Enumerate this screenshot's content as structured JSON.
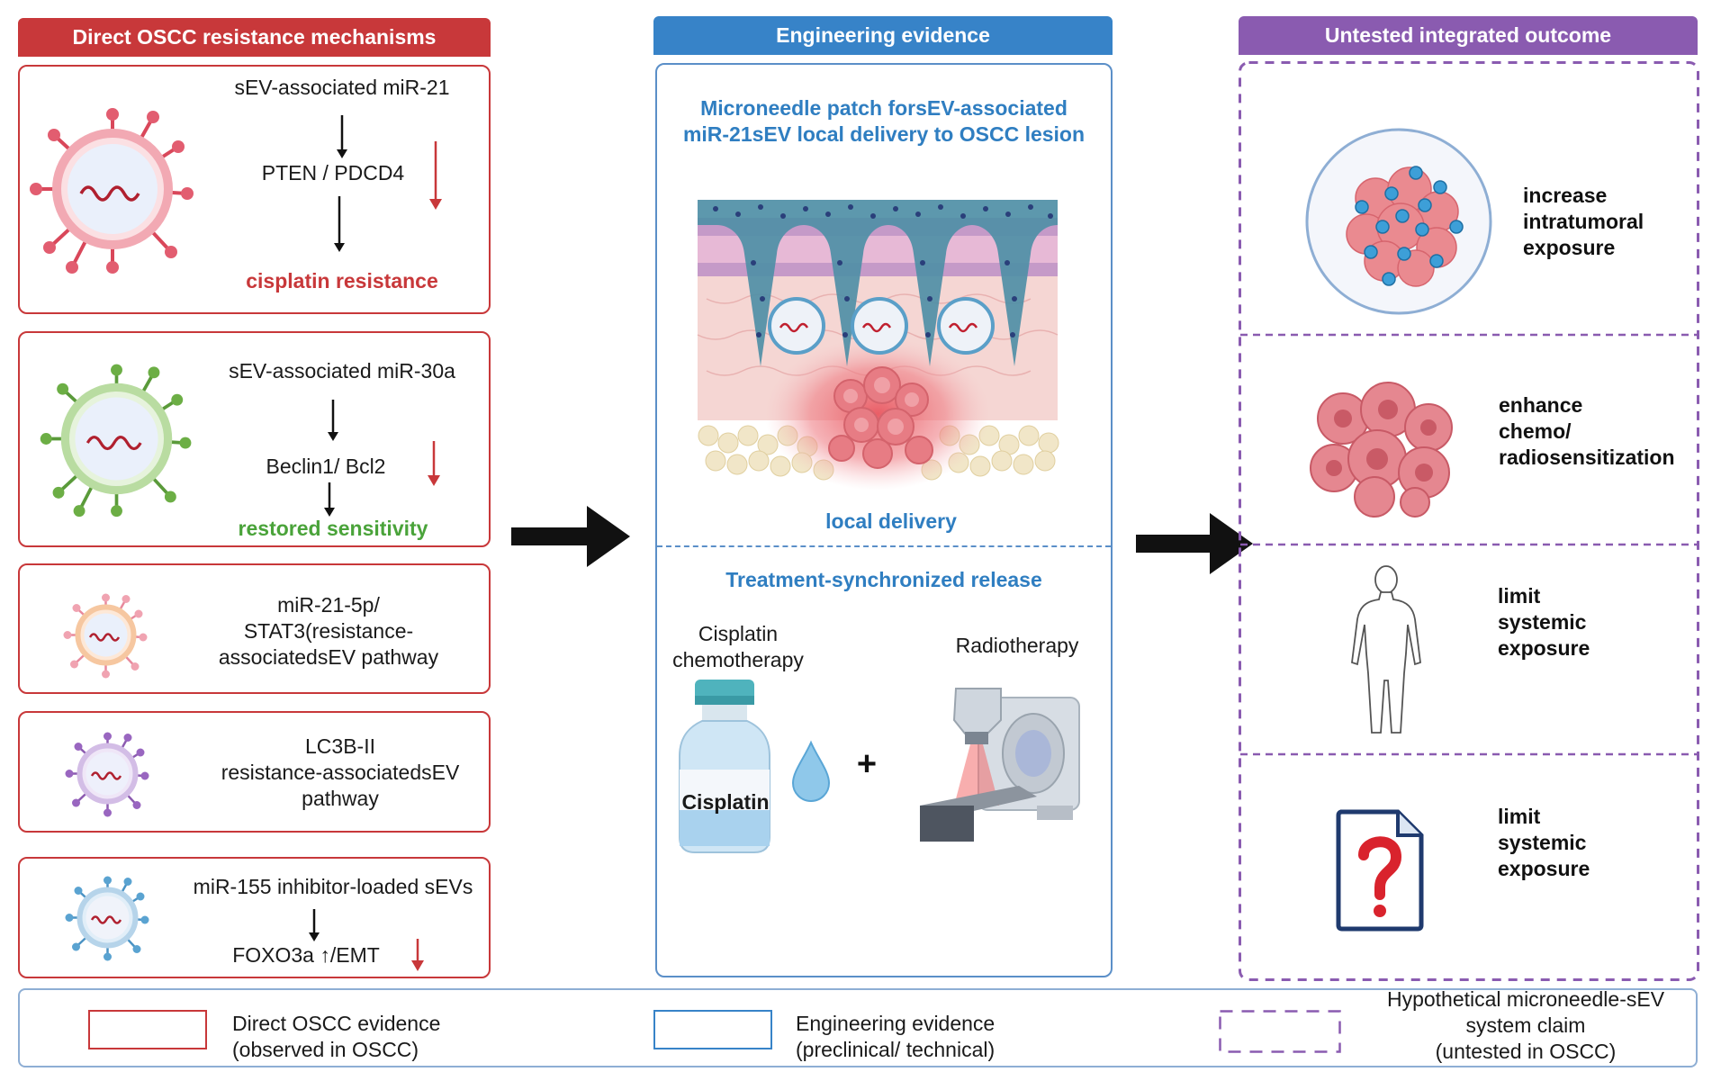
{
  "left_panel": {
    "header": "Direct OSCC resistance mechanisms",
    "box1": {
      "line1": "sEV-associated miR-21",
      "line2": "PTEN / PDCD4",
      "outcome": "cisplatin resistance"
    },
    "box2": {
      "line1": "sEV-associated miR-30a",
      "line2": "Beclin1/ Bcl2",
      "outcome": "restored sensitivity"
    },
    "box3": {
      "line1": "miR-21-5p/",
      "line2": "STAT3(resistance-",
      "line3": "associatedsEV pathway"
    },
    "box4": {
      "line1": "LC3B-II",
      "line2": "resistance-associatedsEV",
      "line3": "pathway"
    },
    "box5": {
      "line1": "miR-155 inhibitor-loaded sEVs",
      "line2": "FOXO3a ↑/EMT"
    }
  },
  "middle_panel": {
    "header": "Engineering evidence",
    "title_line1": "Microneedle patch forsEV-associated",
    "title_line2": "miR-21sEV local delivery to OSCC lesion",
    "delivery_label": "local delivery",
    "release_title": "Treatment-synchronized release",
    "chemo_line1": "Cisplatin",
    "chemo_line2": "chemotherapy",
    "radio_label": "Radiotherapy",
    "bottle_label": "Cisplatin",
    "plus": "+"
  },
  "right_panel": {
    "header": "Untested integrated outcome",
    "outcome1": [
      "increase",
      "intratumoral",
      "exposure"
    ],
    "outcome2": [
      "enhance",
      "chemo/",
      "radiosensitization"
    ],
    "outcome3": [
      "limit",
      "systemic",
      "exposure"
    ],
    "outcome4": [
      "limit",
      "systemic",
      "exposure"
    ]
  },
  "legend": {
    "item1_line1": "Direct OSCC evidence",
    "item1_line2": "(observed in OSCC)",
    "item2_line1": "Engineering evidence",
    "item2_line2": "(preclinical/ technical)",
    "item3_line1": "Hypothetical microneedle-sEV",
    "item3_line2": "system claim",
    "item3_line3": "(untested in OSCC)"
  },
  "colors": {
    "red": "#c8383a",
    "blue": "#2f7ec1",
    "purple": "#8a5bb0",
    "green": "#4aa33a"
  }
}
